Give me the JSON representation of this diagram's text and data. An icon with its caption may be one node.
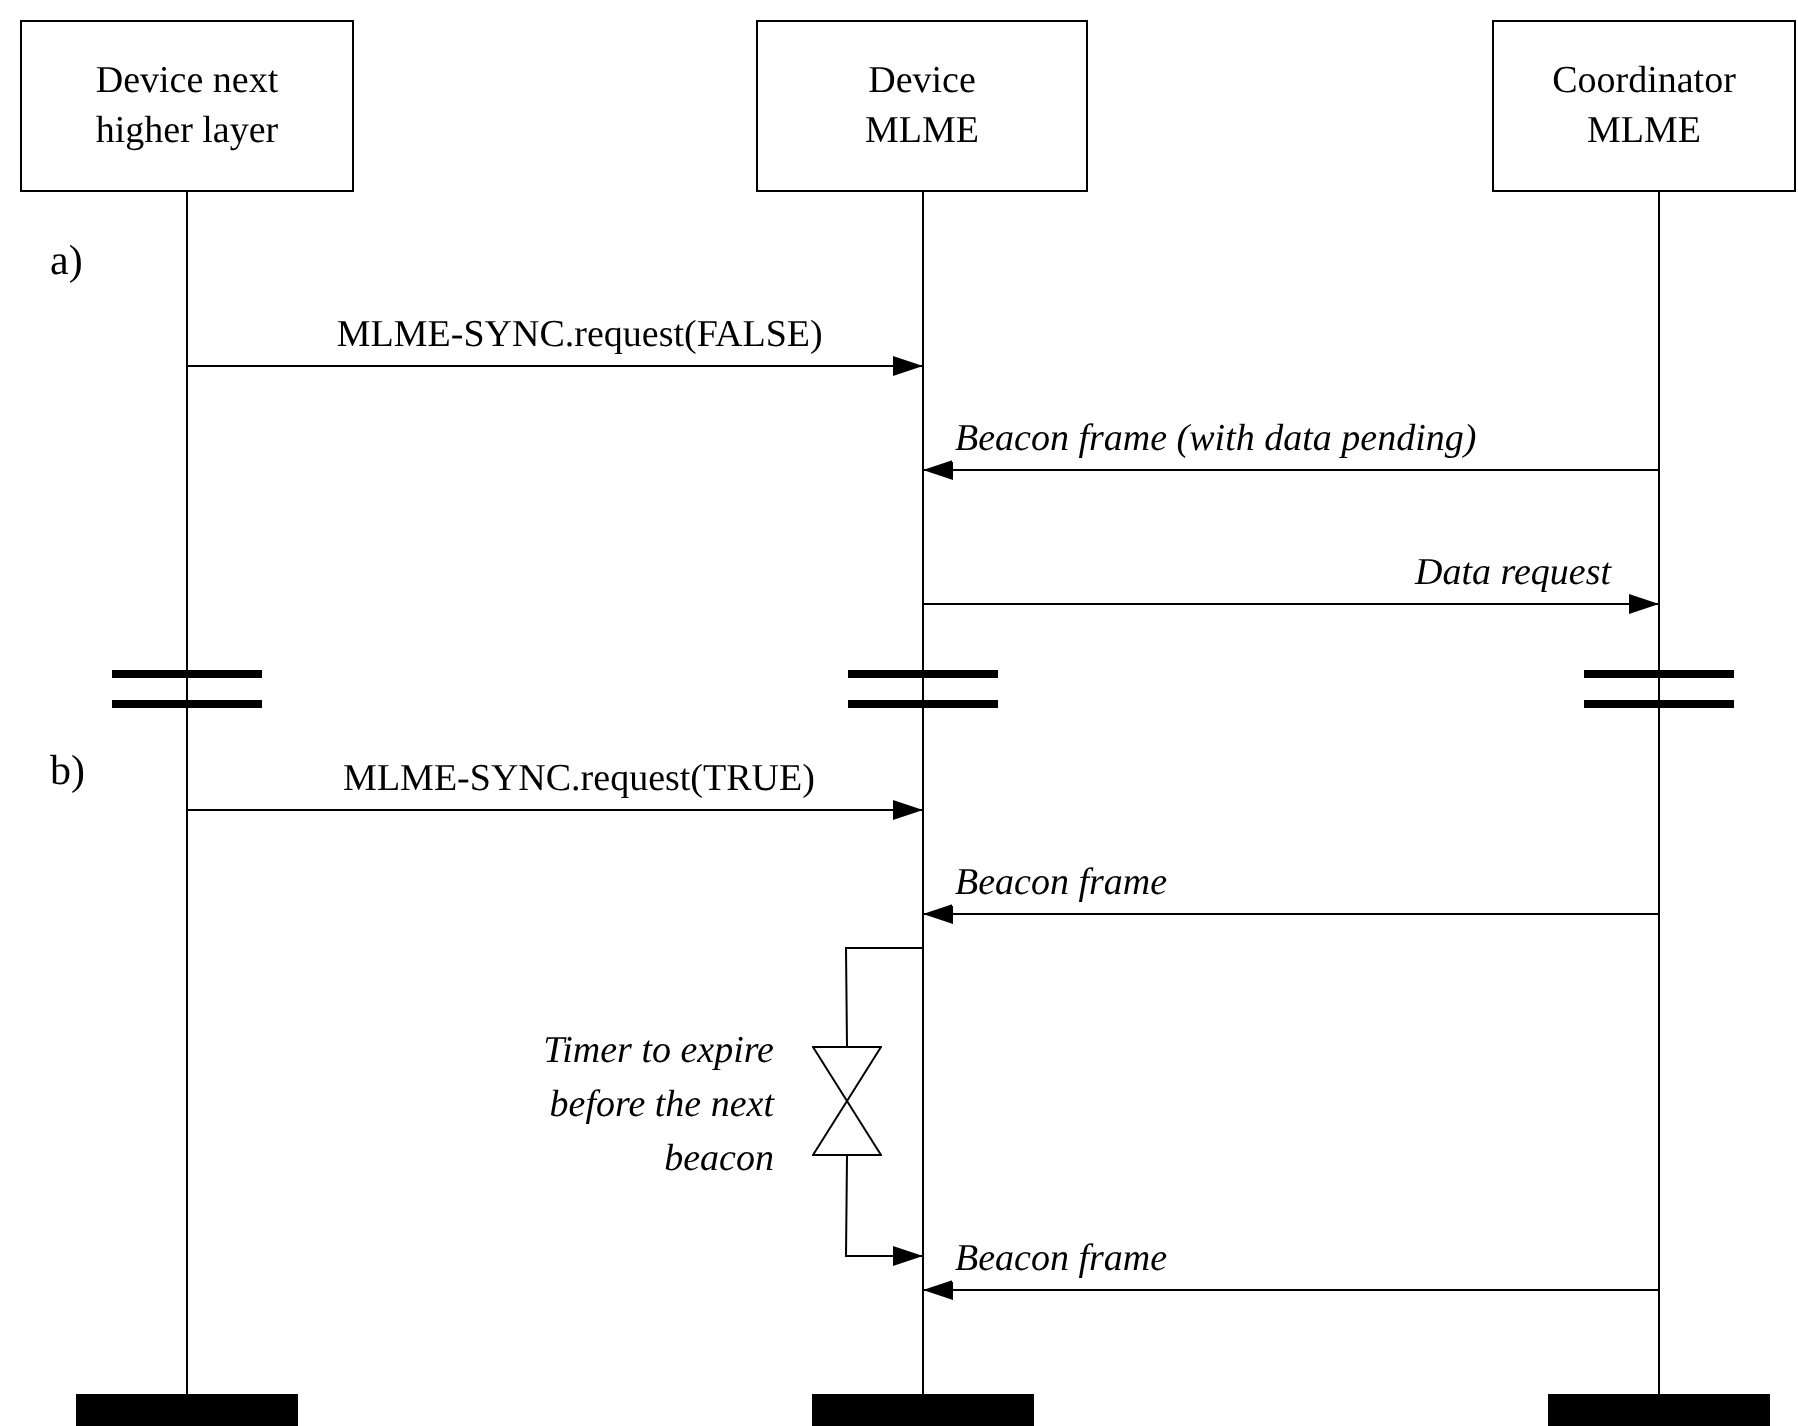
{
  "diagram": {
    "nodes": [
      {
        "text": [
          "Device next higher layer"
        ]
      },
      {
        "text": [
          "Device MLME"
        ]
      },
      {
        "text": [
          "Coordinator MLME"
        ]
      },
      {
        "text": [],
        "shape": "line"
      },
      {
        "text": [],
        "shape": "line"
      },
      {
        "text": [],
        "shape": "line"
      },
      {
        "text": [],
        "shape": "hourglass",
        "beside": [
          "Timer to expire before the next beacon"
        ]
      },
      {
        "text": [],
        "shape": "bar"
      },
      {
        "text": [],
        "shape": "bar"
      },
      {
        "text": [],
        "shape": "bar"
      }
    ],
    "edges": [
      {
        "from": 3,
        "to": 4,
        "arrow": "to",
        "label": "MLME-SYNC.request(FALSE)"
      },
      {
        "from": 5,
        "to": 4,
        "arrow": "to",
        "label": "Beacon frame (with data pending)"
      },
      {
        "from": 4,
        "to": 5,
        "arrow": "to",
        "label": "Data request"
      },
      {
        "from": 3,
        "to": 4,
        "arrow": "to",
        "label": "MLME-SYNC.request(TRUE)"
      },
      {
        "from": 5,
        "to": 4,
        "arrow": "to",
        "label": "Beacon frame"
      },
      {
        "from": 4,
        "to": 6,
        "arrow": "none"
      },
      {
        "from": 6,
        "to": 4,
        "arrow": "to"
      },
      {
        "from": 5,
        "to": 4,
        "arrow": "to",
        "label": "Beacon frame"
      }
    ],
    "labels": [
      "a)",
      "b)"
    ]
  }
}
